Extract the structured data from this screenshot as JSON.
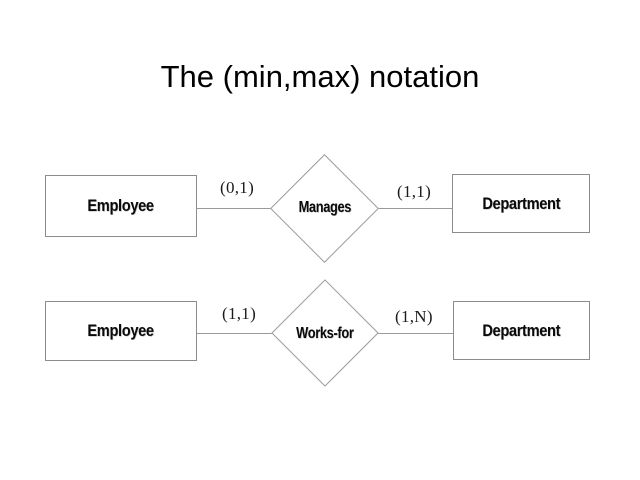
{
  "slide": {
    "title": "The (min,max) notation",
    "background_color": "#ffffff",
    "text_color": "#000000",
    "line_color": "#9a9a9a",
    "border_color": "#8c8c8c"
  },
  "diagram": {
    "type": "er-diagram",
    "notation": "(min,max)",
    "relationships": [
      {
        "left_entity": "Employee",
        "relationship": "Manages",
        "right_entity": "Department",
        "left_cardinality": "(0,1)",
        "right_cardinality": "(1,1)"
      },
      {
        "left_entity": "Employee",
        "relationship": "Works-for",
        "right_entity": "Department",
        "left_cardinality": "(1,1)",
        "right_cardinality": "(1,N)"
      }
    ]
  }
}
